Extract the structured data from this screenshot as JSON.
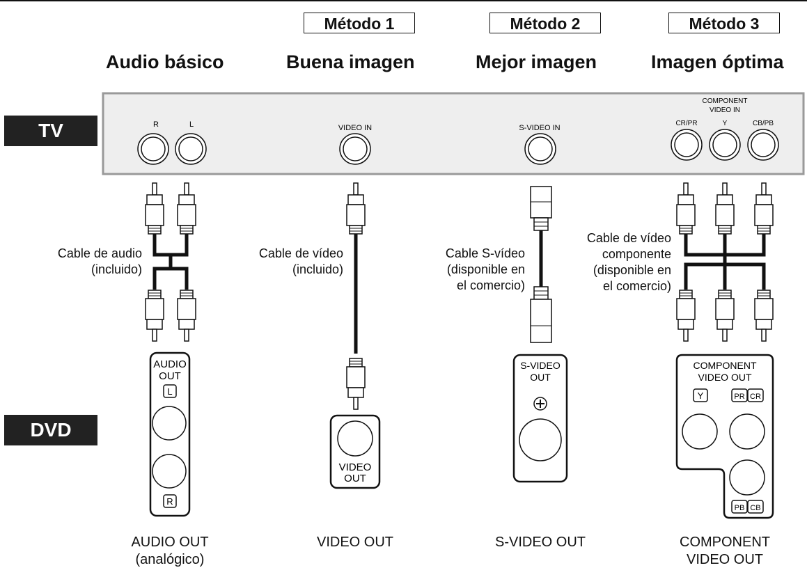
{
  "methods": {
    "m1": "Método 1",
    "m2": "Método 2",
    "m3": "Método 3"
  },
  "headings": {
    "audio": "Audio básico",
    "good": "Buena imagen",
    "better": "Mejor imagen",
    "best": "Imagen óptima"
  },
  "devices": {
    "tv": "TV",
    "dvd": "DVD"
  },
  "tv_panel": {
    "audio_r": "R",
    "audio_l": "L",
    "video_in": "VIDEO IN",
    "svideo_in": "S-VIDEO IN",
    "component_line1": "COMPONENT",
    "component_line2": "VIDEO IN",
    "cr_pr": "CR/PR",
    "y": "Y",
    "cb_pb": "CB/PB"
  },
  "cables": {
    "audio": [
      "Cable de audio",
      "(incluido)"
    ],
    "video": [
      "Cable de vídeo",
      "(incluido)"
    ],
    "svideo": [
      "Cable S-vídeo",
      "(disponible en",
      "el comercio)"
    ],
    "component": [
      "Cable de vídeo",
      "componente",
      "(disponible en",
      "el comercio)"
    ]
  },
  "dvd_panels": {
    "audio_out_line1": "AUDIO",
    "audio_out_line2": "OUT",
    "audio_l": "L",
    "audio_r": "R",
    "video_out_line1": "VIDEO",
    "video_out_line2": "OUT",
    "svideo_out_line1": "S-VIDEO",
    "svideo_out_line2": "OUT",
    "comp_line1": "COMPONENT",
    "comp_line2": "VIDEO OUT",
    "comp_y": "Y",
    "comp_pr": "PR",
    "comp_cr": "CR",
    "comp_pb": "PB",
    "comp_cb": "CB"
  },
  "bottom_labels": {
    "audio": [
      "AUDIO OUT",
      "(analógico)"
    ],
    "video": [
      "VIDEO OUT"
    ],
    "svideo": [
      "S-VIDEO OUT"
    ],
    "component": [
      "COMPONENT",
      "VIDEO OUT"
    ]
  },
  "colors": {
    "ink": "#111111",
    "panel_fill": "#eeeeee",
    "label_bg": "#222222"
  }
}
